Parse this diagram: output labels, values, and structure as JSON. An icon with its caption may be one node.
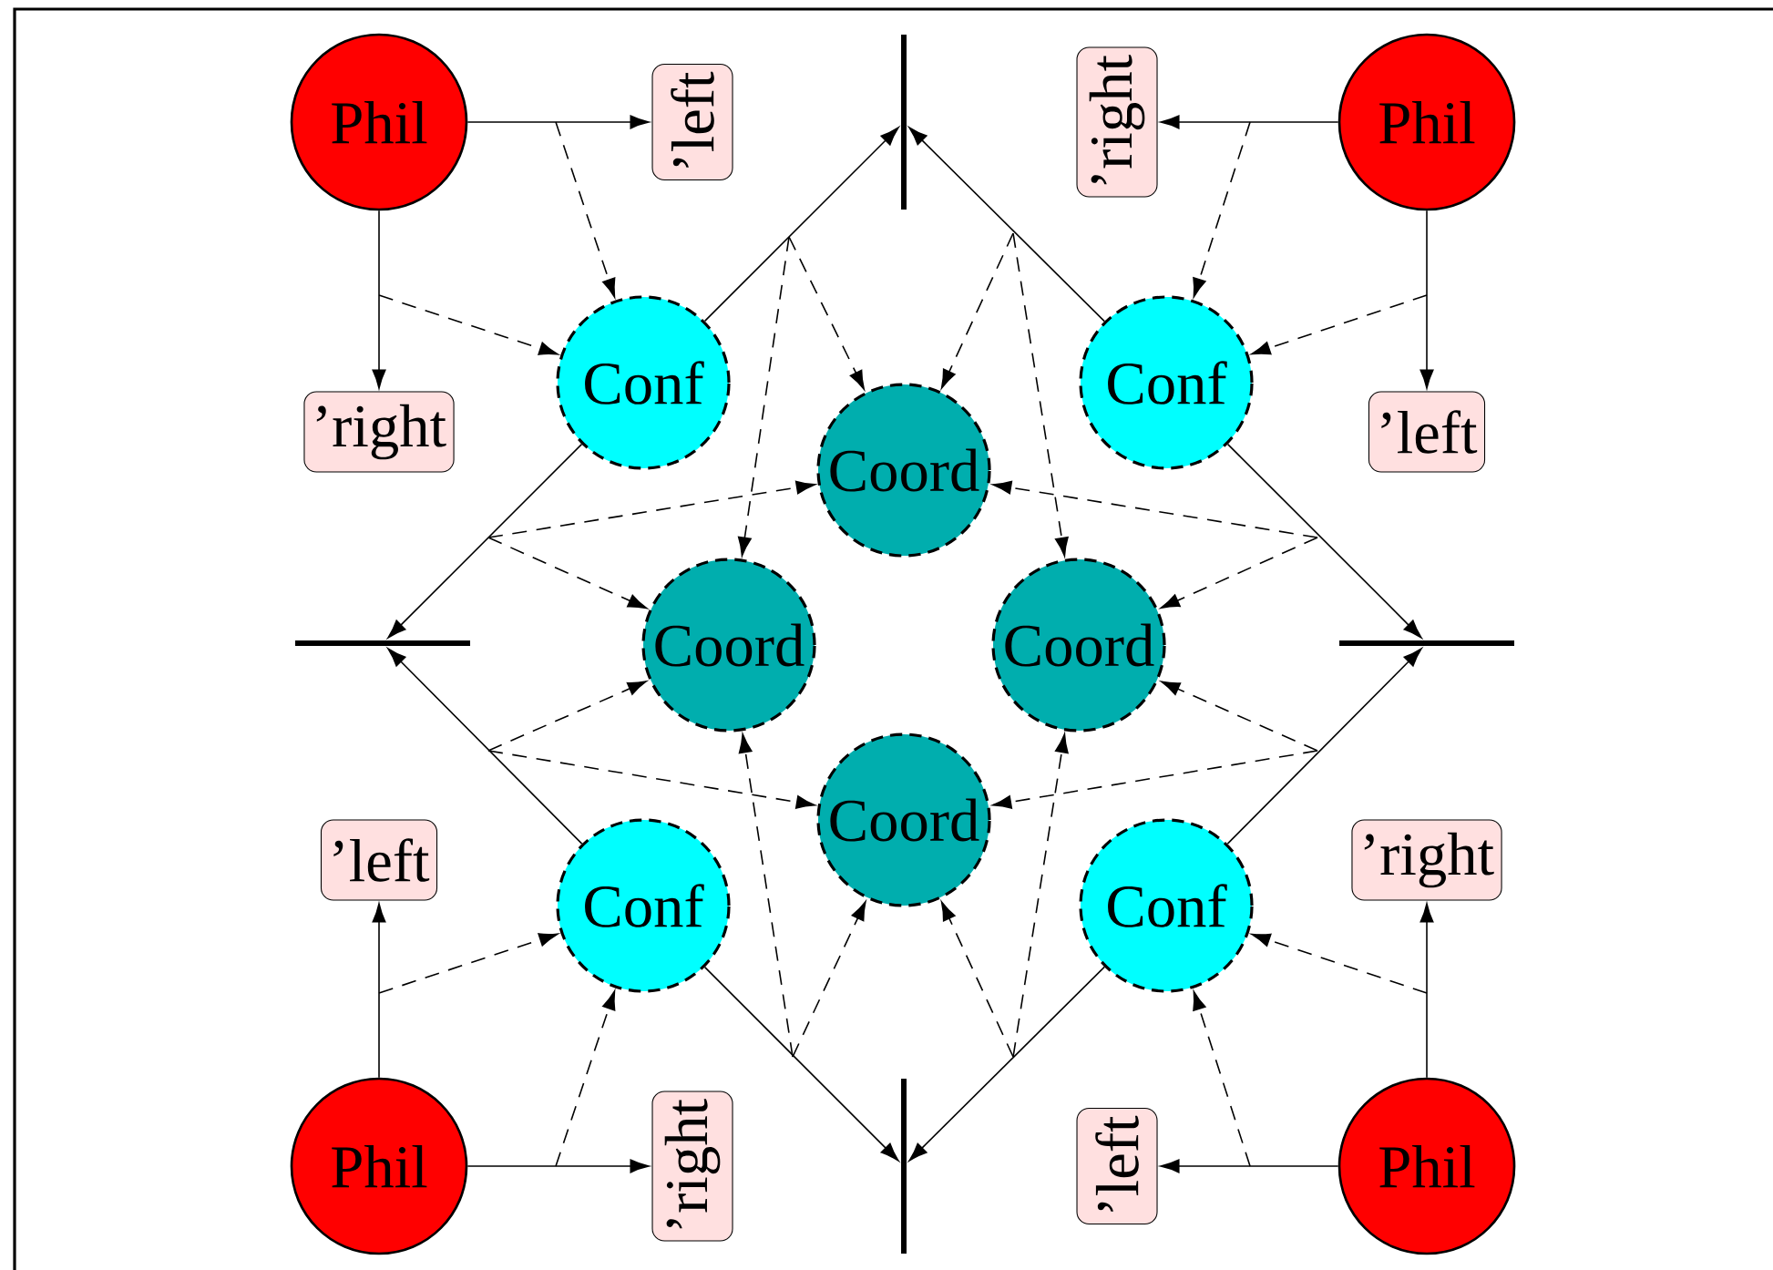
{
  "diagram": {
    "nodes": [
      {
        "text": [
          "Phil"
        ]
      },
      {
        "text": [
          "’left"
        ]
      },
      {
        "text": [],
        "shape": "bar"
      },
      {
        "text": [
          "’right"
        ]
      },
      {
        "text": [
          "Phil"
        ]
      },
      {
        "text": [
          "Conf"
        ]
      },
      {
        "text": [
          "’right"
        ]
      },
      {
        "text": [
          "Conf"
        ]
      },
      {
        "text": [
          "’left"
        ]
      },
      {
        "text": [
          "Coord"
        ]
      },
      {
        "text": [],
        "shape": "bar"
      },
      {
        "text": [
          "Coord"
        ]
      },
      {
        "text": [
          "Coord"
        ]
      },
      {
        "text": [],
        "shape": "bar"
      },
      {
        "text": [
          "Coord"
        ]
      },
      {
        "text": [
          "’left"
        ]
      },
      {
        "text": [
          "Conf"
        ]
      },
      {
        "text": [
          "Conf"
        ]
      },
      {
        "text": [
          "’right"
        ]
      },
      {
        "text": [
          "Phil"
        ]
      },
      {
        "text": [
          "’right"
        ]
      },
      {
        "text": [],
        "shape": "bar"
      },
      {
        "text": [
          "’left"
        ]
      },
      {
        "text": [
          "Phil"
        ]
      }
    ],
    "edges": [
      {
        "from": 0,
        "to": 1,
        "arrow": "to"
      },
      {
        "from": 0,
        "to": 6,
        "arrow": "to"
      },
      {
        "from": 4,
        "to": 3,
        "arrow": "to"
      },
      {
        "from": 4,
        "to": 8,
        "arrow": "to"
      },
      {
        "from": 19,
        "to": 15,
        "arrow": "to"
      },
      {
        "from": 19,
        "to": 20,
        "arrow": "to"
      },
      {
        "from": 23,
        "to": 18,
        "arrow": "to"
      },
      {
        "from": 23,
        "to": 22,
        "arrow": "to"
      },
      {
        "from": 5,
        "to": 2,
        "arrow": "to"
      },
      {
        "from": 5,
        "to": 10,
        "arrow": "to"
      },
      {
        "from": 7,
        "to": 2,
        "arrow": "to"
      },
      {
        "from": 7,
        "to": 13,
        "arrow": "to"
      },
      {
        "from": 16,
        "to": 10,
        "arrow": "to"
      },
      {
        "from": 16,
        "to": 21,
        "arrow": "to"
      },
      {
        "from": 17,
        "to": 13,
        "arrow": "to"
      },
      {
        "from": 17,
        "to": 21,
        "arrow": "to"
      },
      {
        "from": null,
        "to": 5,
        "arrow": "to",
        "style": "dashed"
      },
      {
        "from": null,
        "to": 5,
        "arrow": "to",
        "style": "dashed"
      },
      {
        "from": null,
        "to": 7,
        "arrow": "to",
        "style": "dashed"
      },
      {
        "from": null,
        "to": 7,
        "arrow": "to",
        "style": "dashed"
      },
      {
        "from": null,
        "to": 16,
        "arrow": "to",
        "style": "dashed"
      },
      {
        "from": null,
        "to": 16,
        "arrow": "to",
        "style": "dashed"
      },
      {
        "from": null,
        "to": 17,
        "arrow": "to",
        "style": "dashed"
      },
      {
        "from": null,
        "to": 17,
        "arrow": "to",
        "style": "dashed"
      },
      {
        "from": null,
        "to": 9,
        "arrow": "to",
        "style": "dashed"
      },
      {
        "from": null,
        "to": 11,
        "arrow": "to",
        "style": "dashed"
      },
      {
        "from": null,
        "to": 9,
        "arrow": "to",
        "style": "dashed"
      },
      {
        "from": null,
        "to": 11,
        "arrow": "to",
        "style": "dashed"
      },
      {
        "from": null,
        "to": 9,
        "arrow": "to",
        "style": "dashed"
      },
      {
        "from": null,
        "to": 12,
        "arrow": "to",
        "style": "dashed"
      },
      {
        "from": null,
        "to": 9,
        "arrow": "to",
        "style": "dashed"
      },
      {
        "from": null,
        "to": 12,
        "arrow": "to",
        "style": "dashed"
      },
      {
        "from": null,
        "to": 14,
        "arrow": "to",
        "style": "dashed"
      },
      {
        "from": null,
        "to": 11,
        "arrow": "to",
        "style": "dashed"
      },
      {
        "from": null,
        "to": 14,
        "arrow": "to",
        "style": "dashed"
      },
      {
        "from": null,
        "to": 11,
        "arrow": "to",
        "style": "dashed"
      },
      {
        "from": null,
        "to": 14,
        "arrow": "to",
        "style": "dashed"
      },
      {
        "from": null,
        "to": 12,
        "arrow": "to",
        "style": "dashed"
      },
      {
        "from": null,
        "to": 14,
        "arrow": "to",
        "style": "dashed"
      },
      {
        "from": null,
        "to": 12,
        "arrow": "to",
        "style": "dashed"
      }
    ]
  }
}
